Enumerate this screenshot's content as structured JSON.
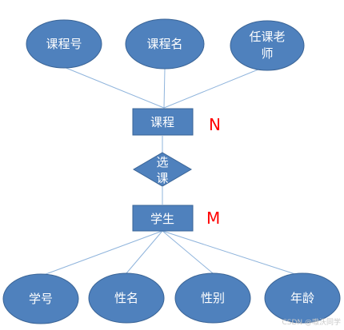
{
  "top_attributes": [
    {
      "label": "课程号"
    },
    {
      "label": "课程名"
    },
    {
      "label": "任课老",
      "label2": "师"
    }
  ],
  "entity_course": {
    "label": "课程",
    "cardinality": "N"
  },
  "relationship": {
    "label": "选",
    "label2": "课"
  },
  "entity_student": {
    "label": "学生",
    "cardinality": "M"
  },
  "bottom_attributes": [
    {
      "label": "学号"
    },
    {
      "label": "性名"
    },
    {
      "label": "性别"
    },
    {
      "label": "年龄"
    }
  ],
  "watermark": "CSDN @嗷沃同学",
  "colors": {
    "fill": "#4f81bd",
    "stroke": "#3a6496",
    "line": "#8fb4dc",
    "cardinality": "#ff0000"
  }
}
